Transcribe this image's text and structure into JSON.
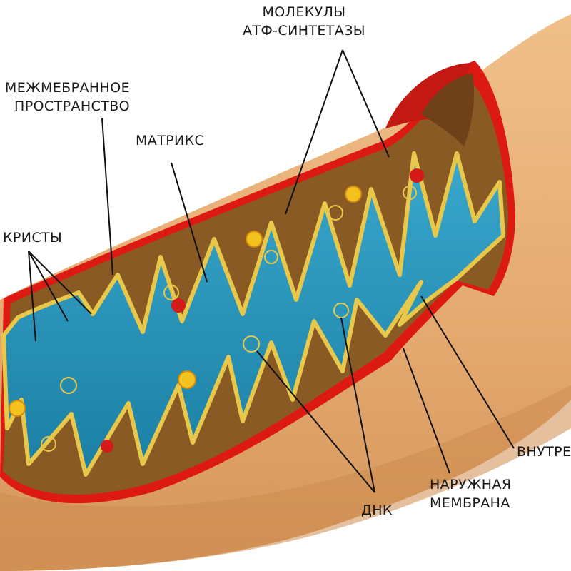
{
  "labels": {
    "atp_synthase": [
      "МОЛЕКУЛЫ",
      "АТФ-СИНТЕТАЗЫ"
    ],
    "intermembrane": [
      "МЕЖМЕБРАННОЕ",
      "ПРОСТРАНСТВО"
    ],
    "matrix": "МАТРИКС",
    "cristae": "КРИСТЫ",
    "inner_membrane": "ВНУТРЕННЯЯ",
    "outer_membrane": [
      "НАРУЖНАЯ",
      "МЕМБРАНА"
    ],
    "dna": "ДНК"
  },
  "colors": {
    "outer_membrane": "#e9b27a",
    "membrane_red": "#dd1a12",
    "intermembrane_space": "#8a5a24",
    "matrix": "#2591b8",
    "inner_membrane_edge": "#e8c84a",
    "ribosome_yellow": "#f3c21f",
    "ribosome_red": "#d41a1a"
  }
}
